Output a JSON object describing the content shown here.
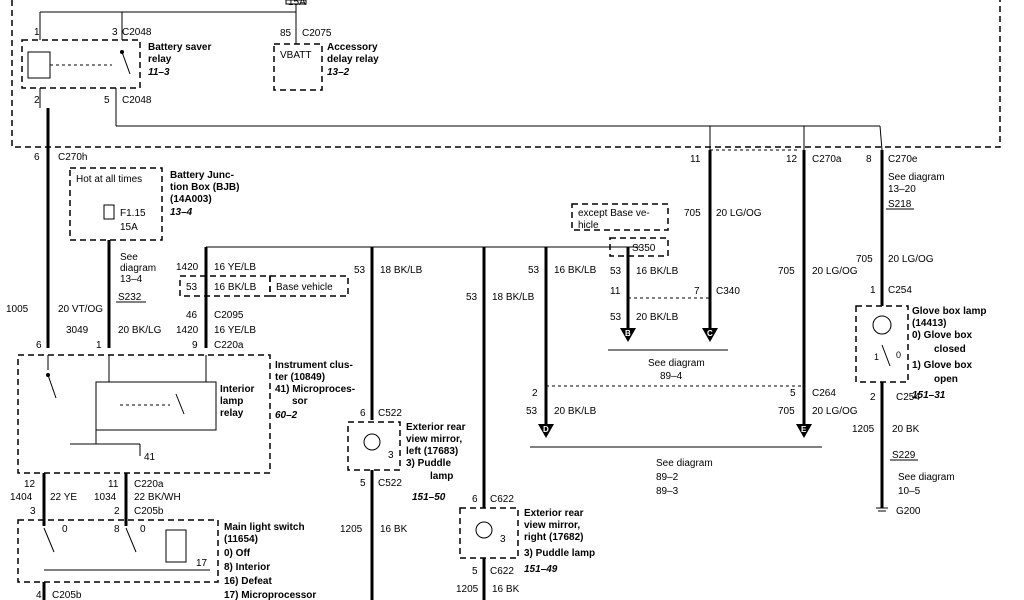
{
  "texts": {
    "fuse_15a": "15A",
    "bsr_pin1": "1",
    "bsr_pin3": "3",
    "bsr_c_top": "C2048",
    "bsr_name1": "Battery saver",
    "bsr_name2": "relay",
    "bsr_ref": "11–3",
    "bsr_pin2": "2",
    "bsr_pin5": "5",
    "bsr_c_bot": "C2048",
    "adr_pin": "85",
    "adr_c": "C2075",
    "adr_vbatt": "VBATT",
    "adr_name1": "Accessory",
    "adr_name2": "delay relay",
    "adr_ref": "13–2",
    "w6": "6",
    "c270h": "C270h",
    "bjb_hot": "Hot at all times",
    "bjb_fuse": "F1.15",
    "bjb_amp": "15A",
    "bjb_n1": "Battery Junc-",
    "bjb_n2": "tion Box (BJB)",
    "bjb_n3": "(14A003)",
    "bjb_ref": "13–4",
    "see1": "See",
    "see2": "diagram",
    "see3": "13–4",
    "s232": "S232",
    "c1005": "1005",
    "w1005": "20 VT/OG",
    "c3049": "3049",
    "w3049": "20 BK/LG",
    "c1420a": "1420",
    "w1420a": "16 YE/LB",
    "c53box": "53",
    "w53box": "16 BK/LB",
    "basev": "Base vehicle",
    "p46": "46",
    "c2095": "C2095",
    "c1420b": "1420",
    "w1420b": "16 YE/LB",
    "p9": "9",
    "c220a_t": "C220a",
    "p6l": "6",
    "p1l": "1",
    "ic_n1": "Instrument clus-",
    "ic_n2": "ter (10849)",
    "ic_n3": "41) Microproces-",
    "ic_n4": "sor",
    "ic_ref": "60–2",
    "ilr1": "Interior",
    "ilr2": "lamp",
    "ilr3": "relay",
    "p41": "41",
    "p12": "12",
    "p11": "11",
    "c220a_b": "C220a",
    "c1404": "1404",
    "w1404": "22 YE",
    "c1034": "1034",
    "w1034": "22 BK/WH",
    "p3": "3",
    "p2": "2",
    "c205b_t": "C205b",
    "p0a": "0",
    "p8": "8",
    "p0b": "0",
    "p17": "17",
    "mls1": "Main light switch",
    "mls2": "(11654)",
    "mls3": "0)   Off",
    "mls4": "8)   Interior",
    "mls5": "16)  Defeat",
    "mls6": "17)  Microprocessor",
    "p4": "4",
    "c205b_b": "C205b",
    "c53a": "53",
    "w53a": "18 BK/LB",
    "c53b": "53",
    "w53b": "18 BK/LB",
    "mlp6": "6",
    "c522t": "C522",
    "mlp3": "3",
    "mlp5": "5",
    "c522b": "C522",
    "ml1": "Exterior rear",
    "ml2": "view mirror,",
    "ml3": "left (17683)",
    "ml4": "3)   Puddle",
    "ml5": "lamp",
    "ml_ref": "151–50",
    "c1205a": "1205",
    "w1205a": "16 BK",
    "mrp6": "6",
    "c622t": "C622",
    "mrp3": "3",
    "mrp5": "5",
    "c622b": "C622",
    "mr1": "Exterior rear",
    "mr2": "view mirror,",
    "mr3": "right (17682)",
    "mr4": "3)   Puddle lamp",
    "mr_ref": "151–49",
    "c1205b": "1205",
    "w1205b": "16 BK",
    "exc1": "except Base ve-",
    "exc2": "hicle",
    "s350": "S350",
    "c53c": "53",
    "w53c": "16 BK/LB",
    "c53d": "53",
    "w53d": "16 BK/LB",
    "p11b": "11",
    "p7": "7",
    "c340": "C340",
    "c53e": "53",
    "w53e": "20 BK/LB",
    "cB": "B",
    "cC": "C",
    "sd1": "See diagram",
    "sd2": "89–4",
    "p11c": "11",
    "c705a": "705",
    "w705a": "20 LG/OG",
    "p12b": "12",
    "c270a": "C270a",
    "c705b": "705",
    "w705b": "20 LG/OG",
    "p2b": "2",
    "p5b": "5",
    "c264": "C264",
    "c53f": "53",
    "w53f": "20 BK/LB",
    "c705c": "705",
    "w705c": "20 LG/OG",
    "cD": "D",
    "cE": "E",
    "sd3": "See diagram",
    "sd4": "89–2",
    "sd5": "89–3",
    "p8b": "8",
    "c270e": "C270e",
    "sd6": "See diagram",
    "sd7": "13–20",
    "s218": "S218",
    "c705d": "705",
    "w705d": "20 LG/OG",
    "p1b": "1",
    "c254a": "C254",
    "gb1": "Glove box lamp",
    "gb2": "(14413)",
    "gb3": "0)   Glove box",
    "gb4": "closed",
    "gb5": "1)   Glove box",
    "gb6": "open",
    "gb_ref": "151–31",
    "gbp1": "1",
    "gbp0": "0",
    "p2c": "2",
    "c254b": "C254",
    "c1205c": "1205",
    "w1205c": "20 BK",
    "s229": "S229",
    "sd8": "See diagram",
    "sd9": "10–5",
    "g200": "G200"
  }
}
